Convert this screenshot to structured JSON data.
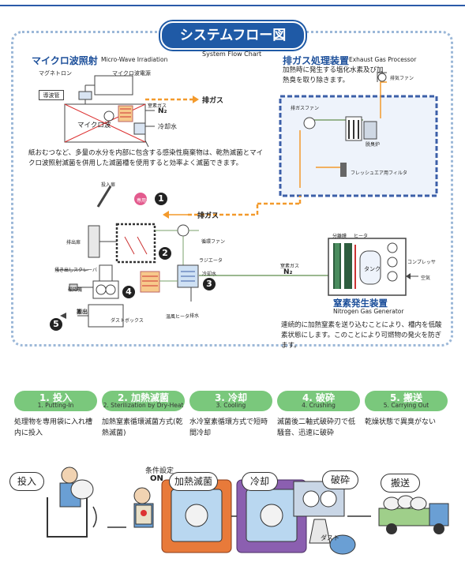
{
  "header": {
    "title": "システムフロー図",
    "subtitle": "System Flow Chart"
  },
  "microwave": {
    "title_ja": "マイクロ波照射",
    "title_en": "Micro-Wave Irradiation",
    "magnetron": "マグネトロン",
    "power": "マイクロ波電源",
    "waveguide": "導波管",
    "microwave": "マイクロ波",
    "exhaust": "排ガス",
    "n2_label": "窒素ガス",
    "n2": "N₂",
    "cooling": "冷却水",
    "description": "紙おむつなど、多量の水分を内部に包含する感染性廃棄物は、乾熱滅菌とマイクロ波照射滅菌を併用した滅菌槽を使用すると効率よく滅菌できます。"
  },
  "exhaust_proc": {
    "title_ja": "排ガス処理装置",
    "title_en": "Exhaust Gas Processor",
    "description": "加熱時に発生する塩化水素及び加熱臭を取り除きます。",
    "fan_exhaust": "排気ファン",
    "fan_gas": "排ガスファン",
    "deodorizer": "脱臭炉",
    "filter": "フレッシュエア用フィルタ"
  },
  "process": {
    "input_door": "投入扉",
    "bag": "専用袋",
    "exhaust": "排ガス",
    "fan": "循環ファン",
    "radiator": "ラジエータ",
    "cooling": "冷却水",
    "n2_label": "窒素ガス",
    "n2": "N₂",
    "heater": "温風ヒータ",
    "drain": "排水",
    "outlet": "排出扉",
    "scraper": "掻き出しスクレーバ",
    "crusher": "破砕機",
    "carry_out": "搬出",
    "dustbox": "ダストボックス",
    "n1": "1",
    "n2n": "2",
    "n3": "3",
    "n4": "4",
    "n5": "5"
  },
  "nitrogen": {
    "title_ja": "窒素発生装置",
    "title_en": "Nitrogen Gas Generator",
    "separator": "分離膜",
    "heater": "ヒータ",
    "tank": "タンク",
    "compressor": "コンプレッサ",
    "air": "空気",
    "description": "連続的に加熱窒素を送り込むことにより、槽内を低酸素状態にします。このことにより可燃物の発火を防ぎます。"
  },
  "steps": [
    {
      "ja": "1. 投入",
      "en": "1. Putting-In",
      "desc": "処理物を専用袋に入れ槽内に投入"
    },
    {
      "ja": "2. 加熱滅菌",
      "en": "2. Sterilization by Dry-Heat",
      "desc": "加熱窒素循環滅菌方式(乾熱滅菌)"
    },
    {
      "ja": "3. 冷却",
      "en": "3. Cooling",
      "desc": "水冷窒素循環方式で短時間冷却"
    },
    {
      "ja": "4. 破砕",
      "en": "4. Crushing",
      "desc": "滅菌後二軸式破砕刃で低騒音、迅速に破砕"
    },
    {
      "ja": "5. 搬送",
      "en": "5. Carrying Out",
      "desc": "乾燥状態で異臭がない"
    }
  ],
  "illustration": {
    "b1": "投入",
    "b2a": "条件設定",
    "b2b": "ON",
    "b3": "加熱滅菌",
    "b4": "冷却",
    "b5": "破砕",
    "b6": "搬送",
    "dust": "ダスト"
  },
  "colors": {
    "title_blue": "#1f5aa6",
    "dotted_border": "#9cb8d8",
    "exhaust_orange": "#f39a2c",
    "step_green": "#7ac87c"
  }
}
